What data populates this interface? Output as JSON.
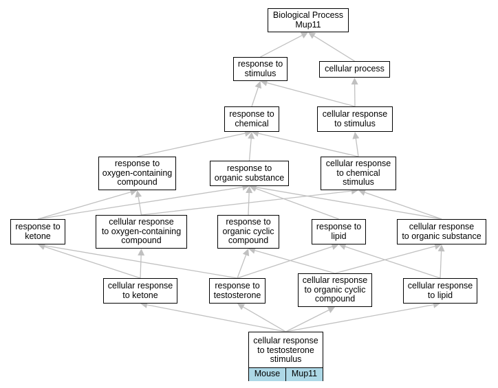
{
  "diagram": {
    "root": {
      "line1": "Biological Process",
      "line2": "Mup11"
    },
    "nodes": {
      "response_to_stimulus": "response to\nstimulus",
      "cellular_process": "cellular process",
      "response_to_chemical": "response to\nchemical",
      "cellular_response_to_stimulus": "cellular response\nto stimulus",
      "response_to_oxygen_containing_compound": "response to\noxygen-containing\ncompound",
      "response_to_organic_substance": "response to\norganic substance",
      "cellular_response_to_chemical_stimulus": "cellular response\nto chemical\nstimulus",
      "response_to_ketone": "response to\nketone",
      "cellular_response_to_oxygen_containing_compound": "cellular response\nto oxygen-containing\ncompound",
      "response_to_organic_cyclic_compound": "response to\norganic cyclic\ncompound",
      "response_to_lipid": "response to\nlipid",
      "cellular_response_to_organic_substance": "cellular response\nto organic substance",
      "cellular_response_to_ketone": "cellular response\nto ketone",
      "response_to_testosterone": "response to\ntestosterone",
      "cellular_response_to_organic_cyclic_compound": "cellular response\nto organic cyclic\ncompound",
      "cellular_response_to_lipid": "cellular response\nto lipid"
    },
    "leaf": {
      "label": "cellular response\nto testosterone\nstimulus",
      "tags": [
        "Mouse",
        "Mup11"
      ],
      "tag_color": "#add8e6"
    },
    "edges": [
      [
        "response_to_stimulus",
        "root"
      ],
      [
        "cellular_process",
        "root"
      ],
      [
        "response_to_chemical",
        "response_to_stimulus"
      ],
      [
        "cellular_response_to_stimulus",
        "response_to_stimulus"
      ],
      [
        "cellular_response_to_stimulus",
        "cellular_process"
      ],
      [
        "response_to_oxygen_containing_compound",
        "response_to_chemical"
      ],
      [
        "response_to_organic_substance",
        "response_to_chemical"
      ],
      [
        "cellular_response_to_chemical_stimulus",
        "response_to_chemical"
      ],
      [
        "cellular_response_to_chemical_stimulus",
        "cellular_response_to_stimulus"
      ],
      [
        "response_to_ketone",
        "response_to_oxygen_containing_compound"
      ],
      [
        "response_to_ketone",
        "response_to_organic_substance"
      ],
      [
        "cellular_response_to_oxygen_containing_compound",
        "response_to_oxygen_containing_compound"
      ],
      [
        "cellular_response_to_oxygen_containing_compound",
        "cellular_response_to_chemical_stimulus"
      ],
      [
        "response_to_organic_cyclic_compound",
        "response_to_organic_substance"
      ],
      [
        "response_to_lipid",
        "response_to_organic_substance"
      ],
      [
        "cellular_response_to_organic_substance",
        "response_to_organic_substance"
      ],
      [
        "cellular_response_to_organic_substance",
        "cellular_response_to_chemical_stimulus"
      ],
      [
        "cellular_response_to_ketone",
        "response_to_ketone"
      ],
      [
        "cellular_response_to_ketone",
        "cellular_response_to_oxygen_containing_compound"
      ],
      [
        "response_to_testosterone",
        "response_to_ketone"
      ],
      [
        "response_to_testosterone",
        "response_to_organic_cyclic_compound"
      ],
      [
        "response_to_testosterone",
        "response_to_lipid"
      ],
      [
        "cellular_response_to_organic_cyclic_compound",
        "response_to_organic_cyclic_compound"
      ],
      [
        "cellular_response_to_organic_cyclic_compound",
        "cellular_response_to_organic_substance"
      ],
      [
        "cellular_response_to_lipid",
        "response_to_lipid"
      ],
      [
        "cellular_response_to_lipid",
        "cellular_response_to_organic_substance"
      ],
      [
        "leaf",
        "cellular_response_to_ketone"
      ],
      [
        "leaf",
        "response_to_testosterone"
      ],
      [
        "leaf",
        "cellular_response_to_organic_cyclic_compound"
      ],
      [
        "leaf",
        "cellular_response_to_lipid"
      ]
    ],
    "edge_color": "#c0c0c0"
  }
}
